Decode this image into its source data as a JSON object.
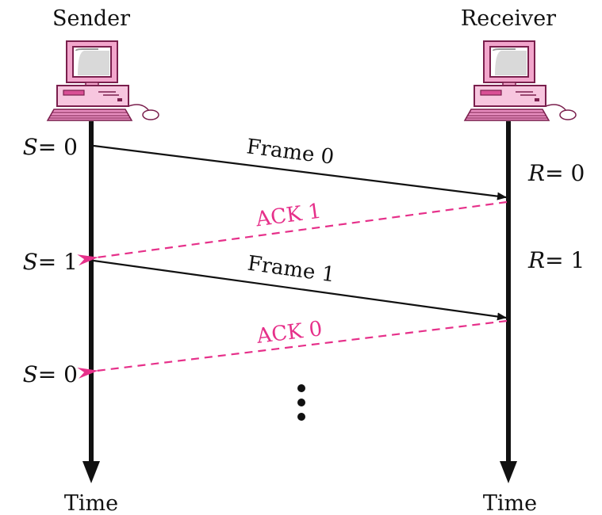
{
  "sender": {
    "title": "Sender",
    "time_label": "Time"
  },
  "receiver": {
    "title": "Receiver",
    "time_label": "Time"
  },
  "sender_states": [
    {
      "var": "S",
      "value": "0"
    },
    {
      "var": "S",
      "value": "1"
    },
    {
      "var": "S",
      "value": "0"
    }
  ],
  "receiver_states": [
    {
      "var": "R",
      "value": "0"
    },
    {
      "var": "R",
      "value": "1"
    }
  ],
  "messages": [
    {
      "label": "Frame 0",
      "kind": "frame"
    },
    {
      "label": "ACK 1",
      "kind": "ack"
    },
    {
      "label": "Frame 1",
      "kind": "frame"
    },
    {
      "label": "ACK 0",
      "kind": "ack"
    }
  ],
  "continuation": "vertical-ellipsis",
  "colors": {
    "frame": "#111111",
    "ack": "#e6308a",
    "computer": "#e88fc0",
    "timeline": "#111111"
  },
  "icons": {
    "sender": "desktop-computer-icon",
    "receiver": "desktop-computer-icon"
  }
}
